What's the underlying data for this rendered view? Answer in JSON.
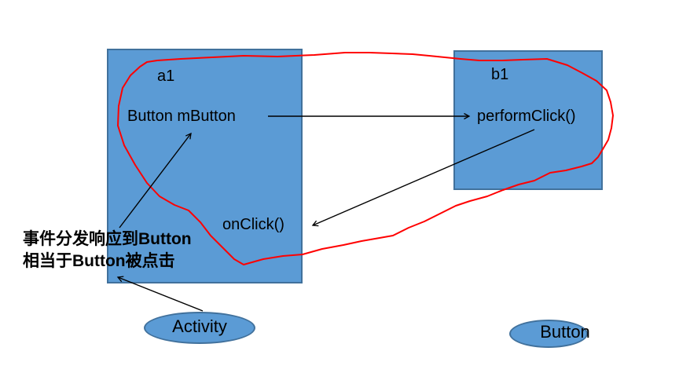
{
  "diagram": {
    "colors": {
      "shape_fill": "#5b9bd5",
      "shape_border": "#41719c",
      "loop_stroke": "#ff0000",
      "arrow_stroke": "#000000",
      "text": "#000000",
      "background": "#ffffff"
    },
    "node_a1": {
      "title": "a1",
      "member": "Button mButton",
      "callback": "onClick()"
    },
    "node_b1": {
      "title": "b1",
      "method": "performClick()"
    },
    "annotation": {
      "line1": "事件分发响应到Button",
      "line2": "相当于Button被点击"
    },
    "ellipse_activity": {
      "label": "Activity"
    },
    "ellipse_button": {
      "label": "Button"
    }
  }
}
